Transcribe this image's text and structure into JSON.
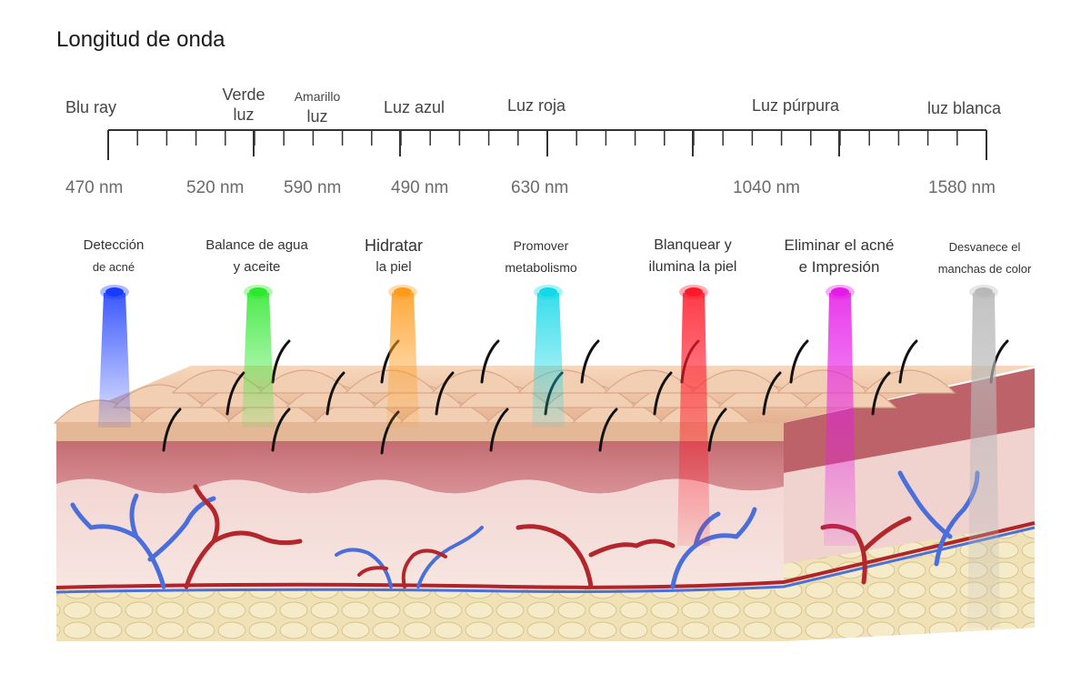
{
  "title": "Longitud de onda",
  "light_names": [
    "Blu ray",
    "Verde luz",
    "Amarillo luz",
    "Luz azul",
    "Luz roja",
    "Luz púrpura",
    "luz blanca"
  ],
  "light_name_lines": {
    "verde": [
      "Verde",
      "luz"
    ],
    "amarillo": [
      "Amarillo",
      "luz"
    ]
  },
  "wavelengths": [
    "470 nm",
    "520 nm",
    "590 nm",
    "490 nm",
    "630 nm",
    "1040 nm",
    "1580 nm"
  ],
  "effects": [
    {
      "lines": [
        "Detección",
        "de acné"
      ],
      "color": "#1a3bff"
    },
    {
      "lines": [
        "Balance de agua",
        "y aceite"
      ],
      "color": "#2ee82e"
    },
    {
      "lines": [
        "Hidratar",
        "la piel"
      ],
      "color": "#ff9a1a"
    },
    {
      "lines": [
        "Promover",
        "metabolismo"
      ],
      "color": "#12d8e8"
    },
    {
      "lines": [
        "Blanquear y",
        "ilumina la piel"
      ],
      "color": "#ff1a2a"
    },
    {
      "lines": [
        "Eliminar el acné",
        "e Impresión"
      ],
      "color": "#e51ae8"
    },
    {
      "lines": [
        "Desvanece el",
        "manchas de color"
      ],
      "color": "#b8b8b8"
    }
  ]
}
